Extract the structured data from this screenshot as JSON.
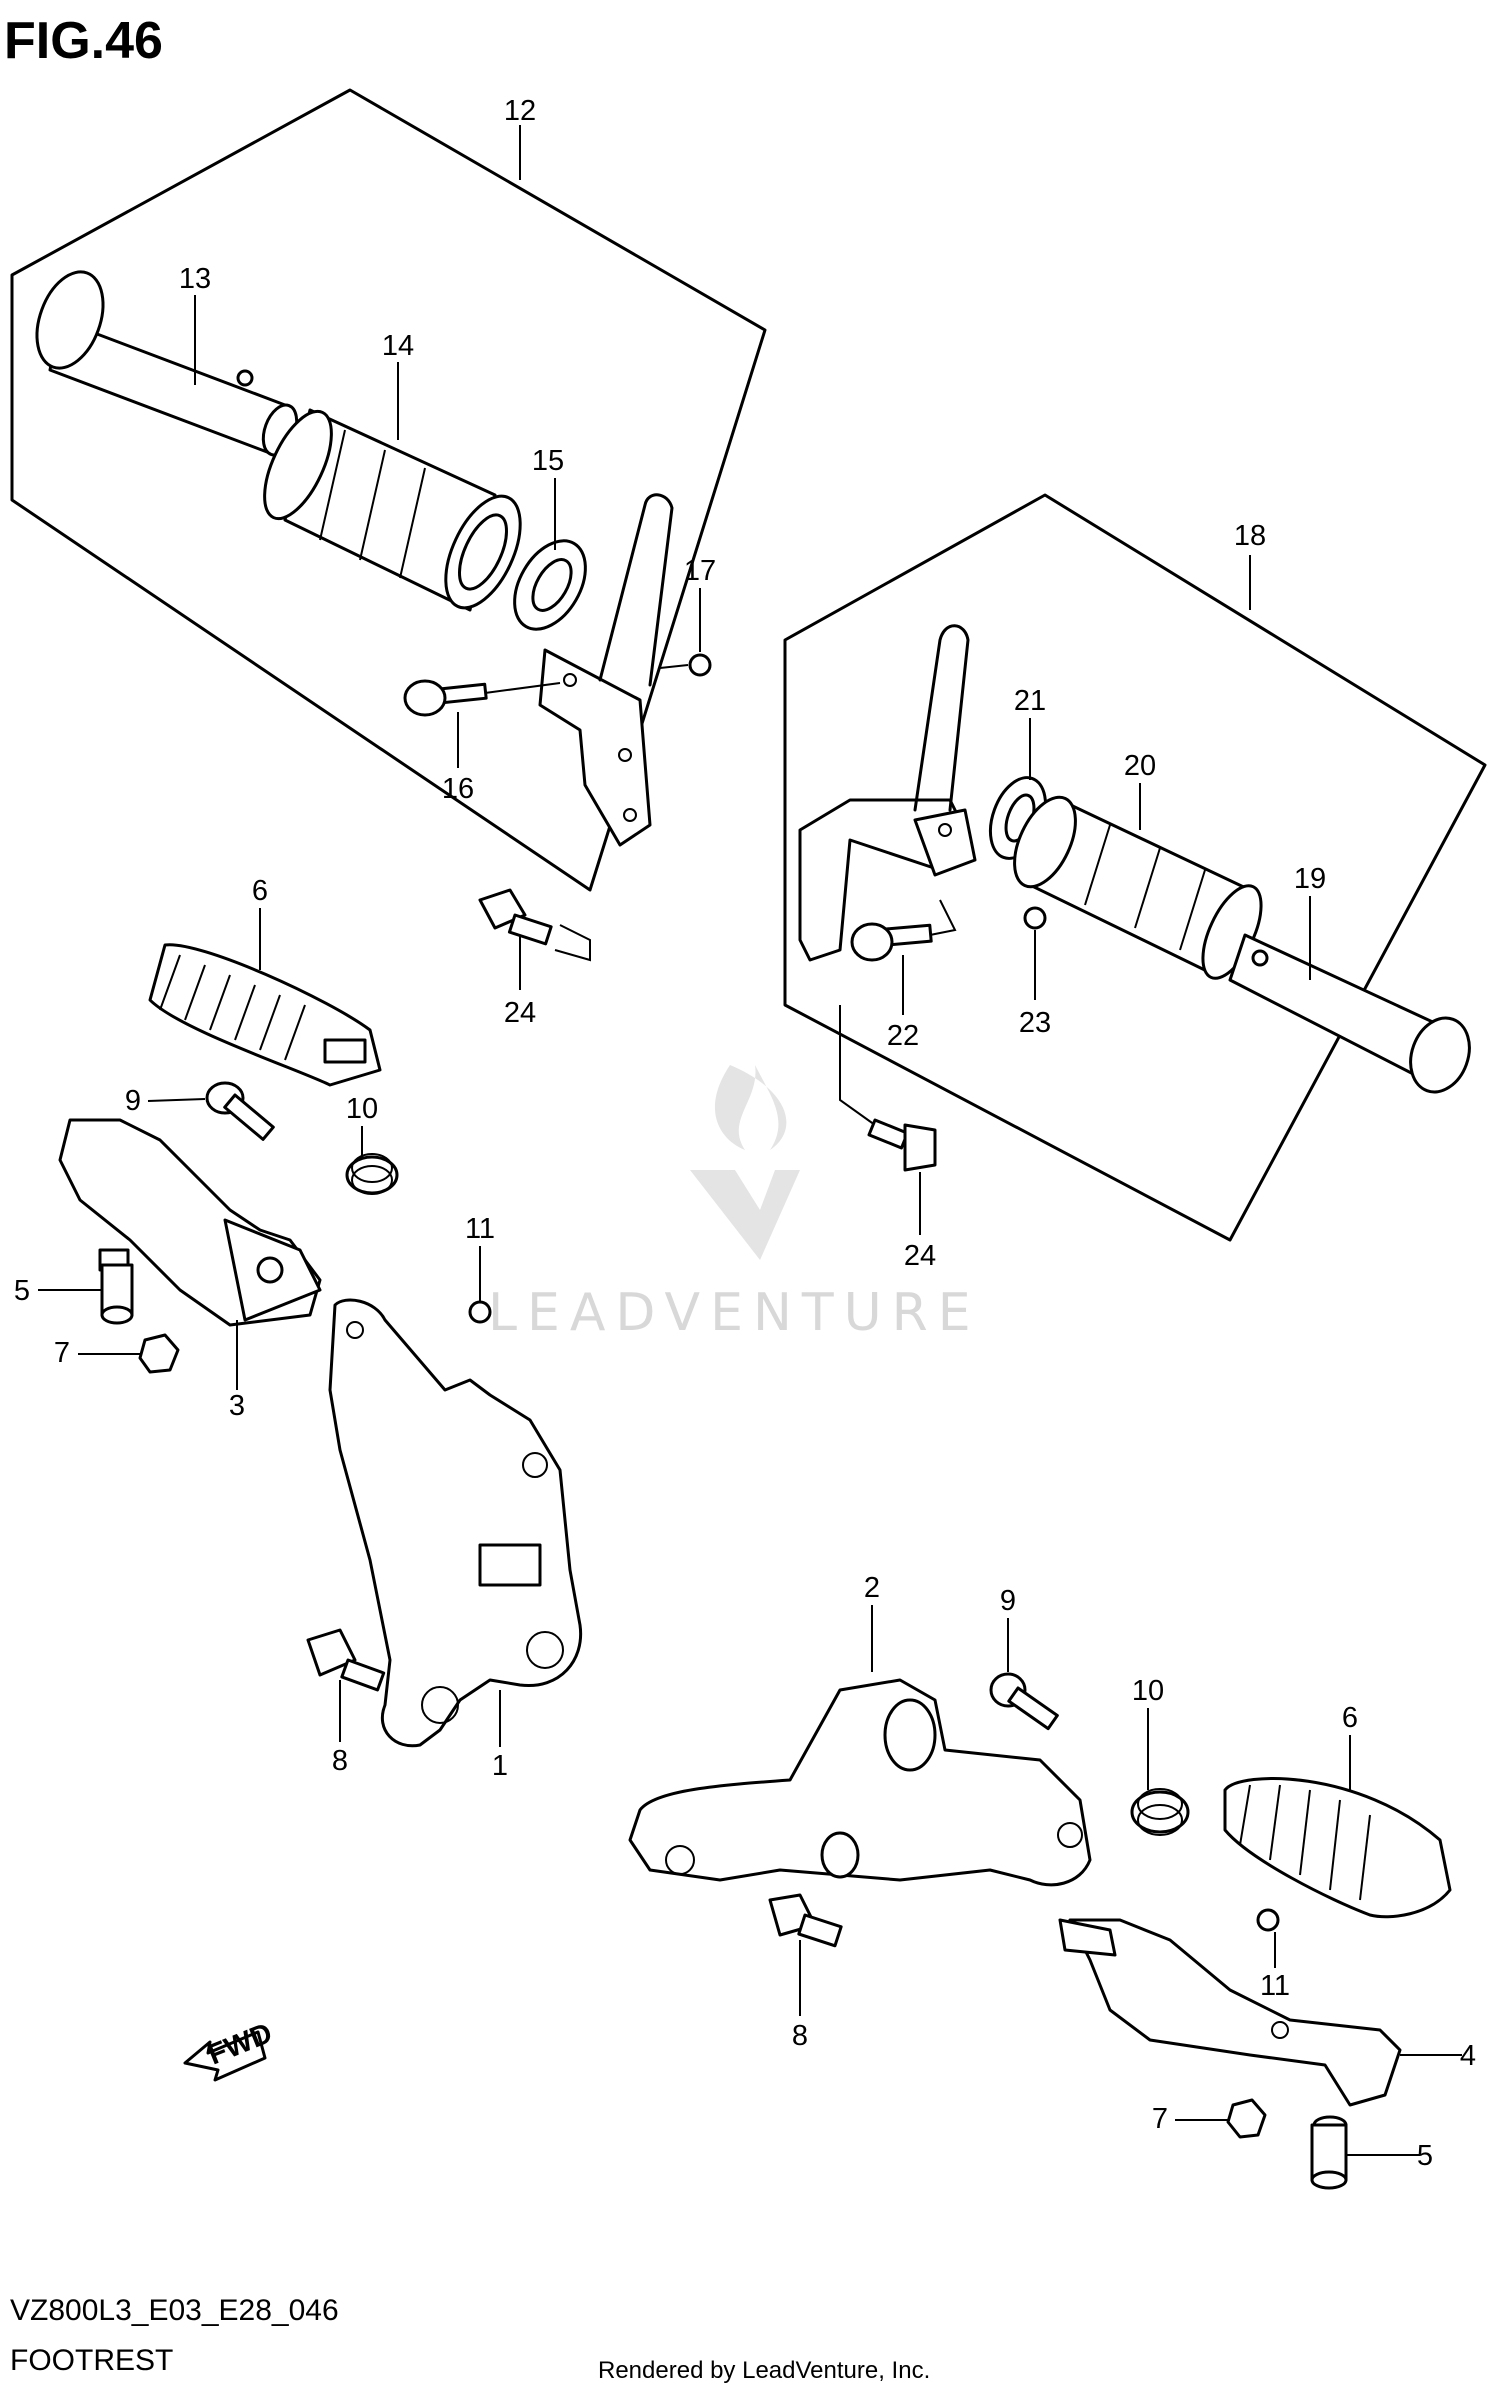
{
  "figure": {
    "title": "FIG.46",
    "model_code": "VZ800L3_E03_E28_046",
    "section_name": "FOOTREST",
    "rendered_by": "Rendered by LeadVenture, Inc.",
    "watermark": "LEADVENTURE"
  },
  "direction_arrow": {
    "label": "FWD"
  },
  "callouts": [
    "12",
    "13",
    "14",
    "15",
    "17",
    "16",
    "24",
    "18",
    "21",
    "20",
    "19",
    "22",
    "23",
    "24",
    "6",
    "9",
    "10",
    "11",
    "5",
    "7",
    "3",
    "8",
    "1",
    "2",
    "9",
    "10",
    "6",
    "8",
    "11",
    "4",
    "7",
    "5"
  ]
}
